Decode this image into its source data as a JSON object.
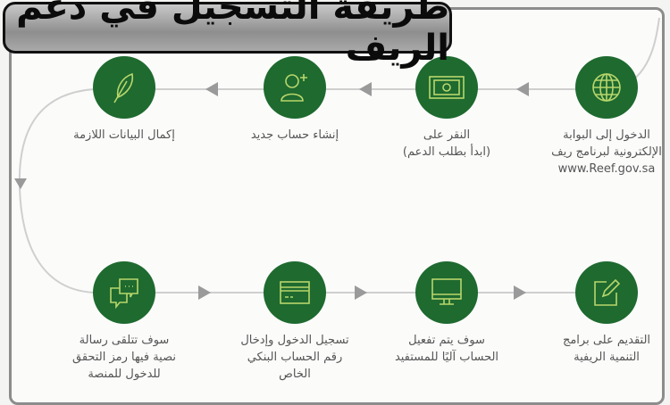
{
  "title": "طريقة التسجيل في دعم الريف",
  "colors": {
    "circle": "#1e6a2f",
    "icon": "#b8d66c",
    "arrow": "#9a9a9a"
  },
  "steps": [
    {
      "icon": "globe-icon",
      "lines": [
        "الدخول إلى البوابة",
        "الإلكترونية لبرنامج ريف",
        "www.Reef.gov.sa"
      ]
    },
    {
      "icon": "banknote-icon",
      "lines": [
        "النقر على",
        "(ابدأ بطلب الدعم)"
      ]
    },
    {
      "icon": "add-user-icon",
      "lines": [
        "إنشاء حساب جديد"
      ]
    },
    {
      "icon": "feather-icon",
      "lines": [
        "إكمال البيانات اللازمة"
      ]
    },
    {
      "icon": "edit-icon",
      "lines": [
        "التقديم على برامج",
        "التنمية الريفية"
      ]
    },
    {
      "icon": "monitor-icon",
      "lines": [
        "سوف يتم تفعيل",
        "الحساب آليًا للمستفيد"
      ]
    },
    {
      "icon": "credit-card-icon",
      "lines": [
        "تسجيل الدخول وإدخال",
        "رقم الحساب البنكي",
        "الخاص"
      ]
    },
    {
      "icon": "chat-icon",
      "lines": [
        "سوف تتلقى رسالة",
        "نصية فيها رمز التحقق",
        "للدخول للمنصة"
      ]
    }
  ]
}
